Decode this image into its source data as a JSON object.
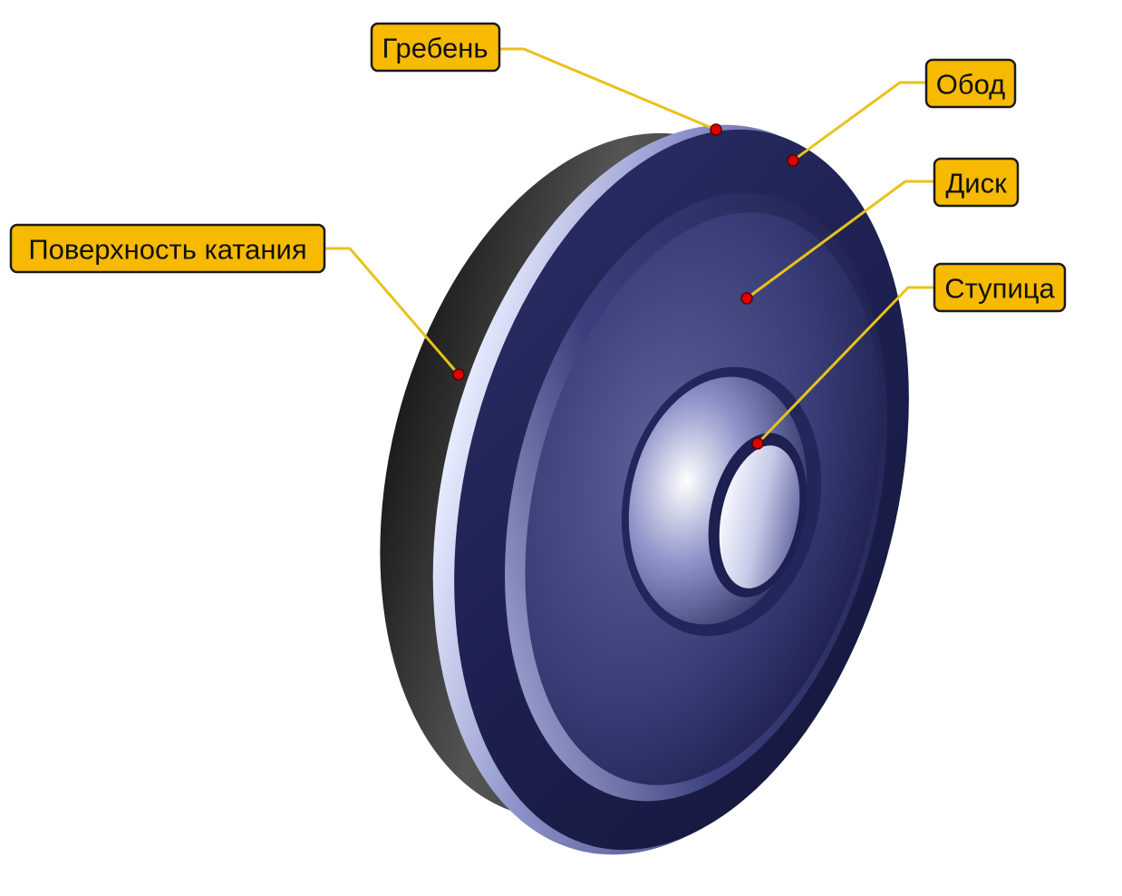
{
  "labels": {
    "flange": "Гребень",
    "rim": "Обод",
    "disc": "Диск",
    "hub": "Ступица",
    "tread": "Поверхность катания"
  },
  "colors": {
    "label_fill": "#f7ba00",
    "leader_line": "#e8c21c",
    "marker": "#e00000",
    "wheel_body": "#1e2150",
    "tread_surface": "#4a4a4a"
  }
}
